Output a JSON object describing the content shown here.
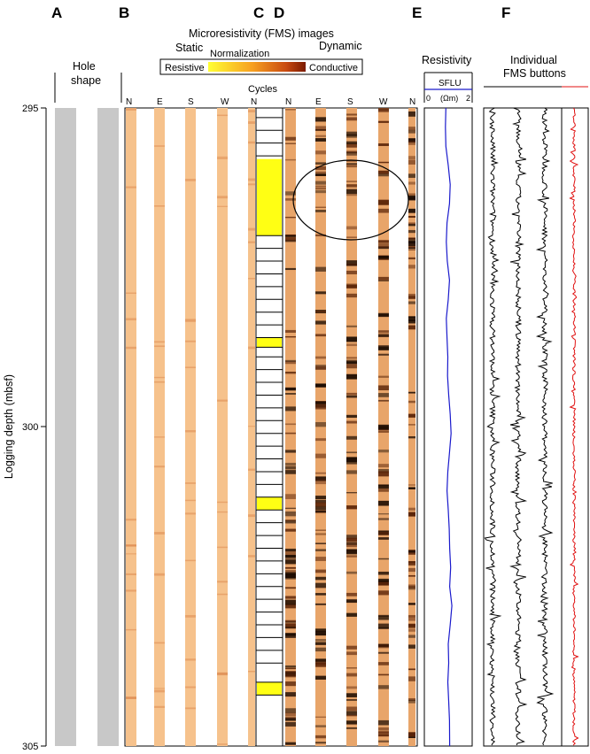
{
  "panels": {
    "a": {
      "letter": "A",
      "title_line1": "Hole",
      "title_line2": "shape"
    },
    "b": {
      "letter": "B",
      "title": "Static"
    },
    "c": {
      "letter": "C",
      "title": "Cycles"
    },
    "d": {
      "letter": "D",
      "title": "Dynamic"
    },
    "e": {
      "letter": "E",
      "title": "Resistivity",
      "log_name": "SFLU",
      "scale_min": "0",
      "scale_unit": "(Ωm)",
      "scale_max": "2"
    },
    "f": {
      "letter": "F",
      "title_line1": "Individual",
      "title_line2": "FMS buttons"
    }
  },
  "header": {
    "title": "Microresistivity (FMS) images",
    "normalization": "Normalization",
    "resistive": "Resistive",
    "conductive": "Conductive"
  },
  "compass": [
    "N",
    "E",
    "S",
    "W",
    "N"
  ],
  "depth_axis": {
    "label": "Logging depth (mbsf)",
    "ticks": [
      "295",
      "300",
      "305"
    ],
    "range": [
      295,
      305
    ]
  },
  "cycles_yellow_intervals": [
    [
      295.8,
      297.0
    ],
    [
      298.6,
      298.75
    ],
    [
      301.1,
      301.3
    ],
    [
      304.0,
      304.2
    ]
  ],
  "cycle_boundaries": [
    295.15,
    295.35,
    295.55,
    295.75,
    297.0,
    297.2,
    297.4,
    297.6,
    297.8,
    298.0,
    298.2,
    298.4,
    298.6,
    298.75,
    298.9,
    299.1,
    299.3,
    299.5,
    299.7,
    299.9,
    300.1,
    300.3,
    300.5,
    300.7,
    300.9,
    301.1,
    301.3,
    301.5,
    301.7,
    301.9,
    302.1,
    302.3,
    302.5,
    302.7,
    302.9,
    303.1,
    303.3,
    303.5,
    303.7,
    304.0,
    304.2
  ],
  "colors": {
    "hole_gray": "#c8c8c8",
    "static_pad": "#f6c28c",
    "cycle_yellow": "#ffff14",
    "sflu_line": "#1a1acc",
    "button_red": "#e01010",
    "scale_start": "#ffff33",
    "scale_end": "#7a1a00"
  },
  "chart_data": {
    "type": "line",
    "series": [
      {
        "name": "SFLU",
        "depth": [
          295.0,
          295.3,
          295.6,
          295.9,
          296.2,
          296.5,
          296.8,
          297.1,
          297.4,
          297.7,
          298.0,
          298.3,
          298.6,
          298.9,
          299.2,
          299.5,
          299.8,
          300.1,
          300.4,
          300.7,
          301.0,
          301.3,
          301.6,
          301.9,
          302.2,
          302.5,
          302.8,
          303.1,
          303.4,
          303.7,
          304.0,
          304.3,
          304.6,
          305.0
        ],
        "value": [
          0.9,
          0.88,
          0.9,
          1.0,
          1.08,
          1.05,
          0.95,
          0.92,
          0.96,
          1.05,
          1.0,
          0.92,
          0.95,
          0.98,
          0.97,
          1.02,
          1.08,
          1.12,
          1.05,
          0.98,
          0.95,
          1.0,
          1.04,
          1.06,
          1.1,
          1.06,
          1.15,
          1.08,
          1.0,
          1.02,
          0.98,
          1.02,
          1.05,
          1.06
        ]
      }
    ],
    "xlim": [
      0,
      2
    ],
    "ylim": [
      295,
      305
    ]
  }
}
